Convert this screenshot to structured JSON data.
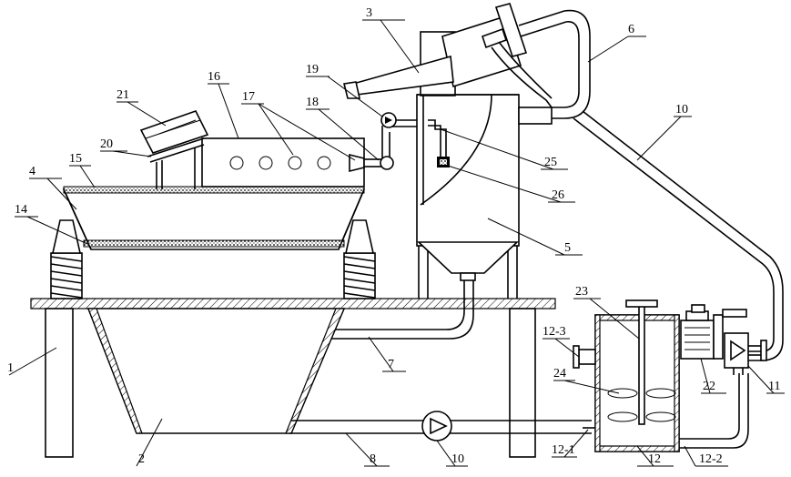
{
  "labels": [
    "1",
    "2",
    "3",
    "4",
    "5",
    "6",
    "7",
    "8",
    "10",
    "10",
    "11",
    "12",
    "12-1",
    "12-2",
    "12-3",
    "14",
    "15",
    "16",
    "17",
    "18",
    "19",
    "20",
    "21",
    "22",
    "23",
    "24",
    "25",
    "26"
  ]
}
